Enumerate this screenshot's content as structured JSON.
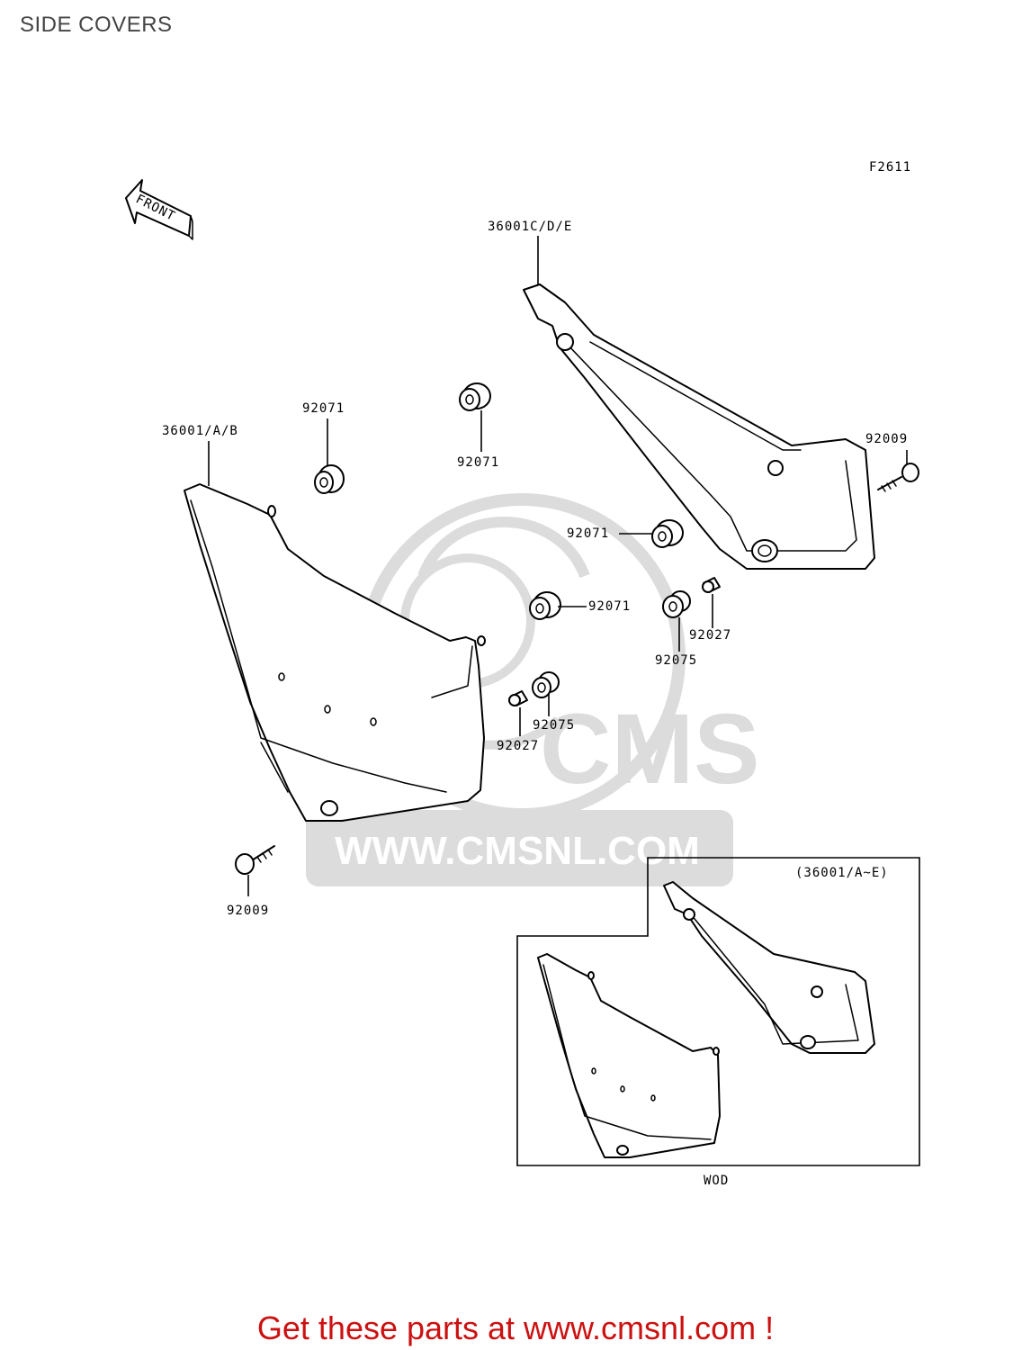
{
  "page": {
    "title": "SIDE COVERS",
    "cta": "Get these parts at www.cmsnl.com !"
  },
  "diagram": {
    "figure_code": "F2611",
    "front_marker": "FRONT",
    "inset_title": "(36001/A~E)",
    "inset_caption": "WOD",
    "watermark_brand": "CMS",
    "watermark_url": "WWW.CMSNL.COM",
    "watermark_color": "#dcdcdc",
    "cta_color": "#cc1111",
    "labels": {
      "left_cover": "36001/A/B",
      "right_cover": "36001C/D/E",
      "grommet_1": "92071",
      "grommet_2": "92071",
      "grommet_3": "92071",
      "grommet_4": "92071",
      "bolt_right": "92009",
      "bolt_left": "92009",
      "collar_right": "92027",
      "collar_left": "92027",
      "bushing_right": "92075",
      "bushing_left": "92075"
    }
  }
}
